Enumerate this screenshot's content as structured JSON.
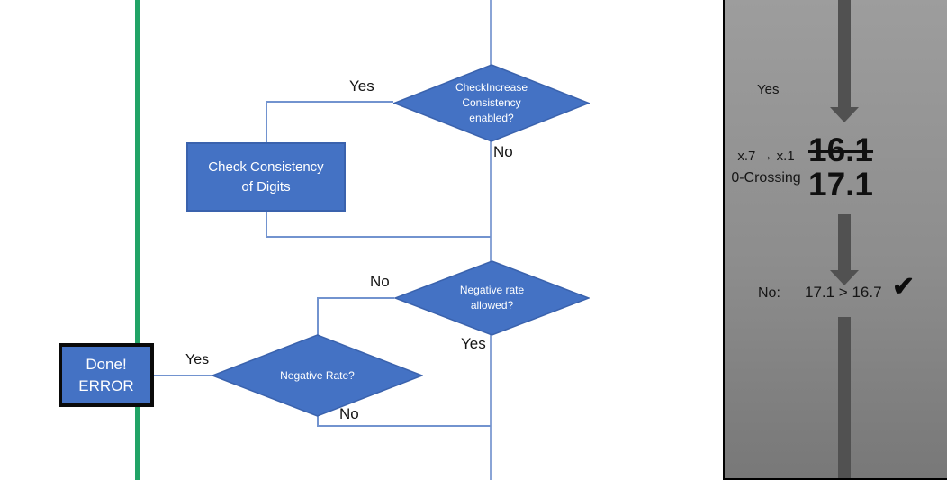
{
  "flowchart": {
    "check_increase_diamond": {
      "line1": "CheckIncrease",
      "line2": "Consistency",
      "line3": "enabled?"
    },
    "negative_rate_allowed_diamond": {
      "line1": "Negative rate",
      "line2": "allowed?"
    },
    "negative_rate_diamond": {
      "line1": "Negative Rate?"
    },
    "check_consistency_box": {
      "line1": "Check Consistency",
      "line2": "of Digits"
    },
    "done_error_box": {
      "line1": "Done!",
      "line2": "ERROR"
    },
    "labels": {
      "check_increase_yes": "Yes",
      "check_increase_no": "No",
      "negative_allowed_no": "No",
      "negative_allowed_yes": "Yes",
      "negative_rate_yes": "Yes",
      "negative_rate_no": "No"
    }
  },
  "panel": {
    "yes_label": "Yes",
    "transition": "x.7 → x.1",
    "transition_sub": "0-Crossing",
    "old_value": "16.1",
    "new_value": "17.1",
    "no_label": "No:",
    "comparison": "17.1 > 16.7",
    "check_icon": "✔"
  },
  "colors": {
    "shape_fill": "#4472C4",
    "shape_border": "#3A62AD",
    "connector": "#7293CF",
    "green_line": "#21A366",
    "panel_arrow": "#515151",
    "panel_gradient_top": "#9D9D9D",
    "panel_gradient_bottom": "#787878"
  }
}
